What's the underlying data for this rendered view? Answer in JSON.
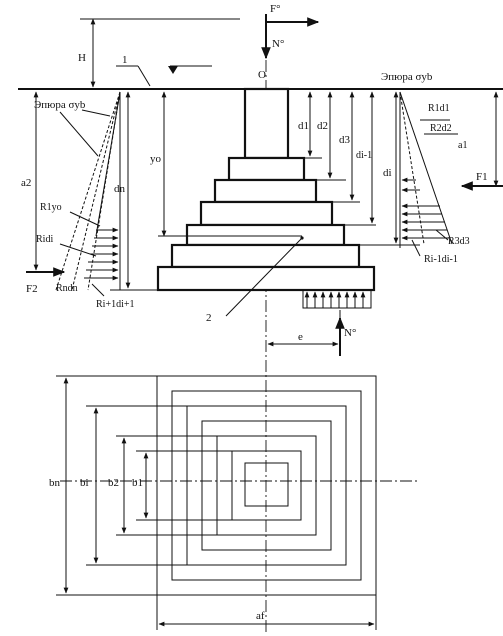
{
  "labels": {
    "force_vertical_top": "F°",
    "axial_force_top": "N°",
    "depth_h": "H",
    "ground_marker": "1",
    "origin": "O",
    "epure_right": "Эпюра σyb",
    "epure_left": "Эпюра σyb",
    "r1d1": "R1d1",
    "r2d2": "R2d2",
    "a1": "a1",
    "f1": "F1",
    "r3d3": "R3d3",
    "ri1di1": "Ri-1di-1",
    "d1": "d1",
    "d2": "d2",
    "d3": "d3",
    "di1": "di-1",
    "di": "di",
    "yo": "yo",
    "dn": "dn",
    "a2": "a2",
    "r1yo": "R1yo",
    "ridi": "Ridi",
    "rndn": "Rndn",
    "f2": "F2",
    "ri1di1_left": "Ri+1di+1",
    "marker_2": "2",
    "e": "e",
    "axial_force_bottom": "N°",
    "bn": "bn",
    "bi": "bi",
    "b2": "b2",
    "b1": "b1",
    "af": "af"
  }
}
